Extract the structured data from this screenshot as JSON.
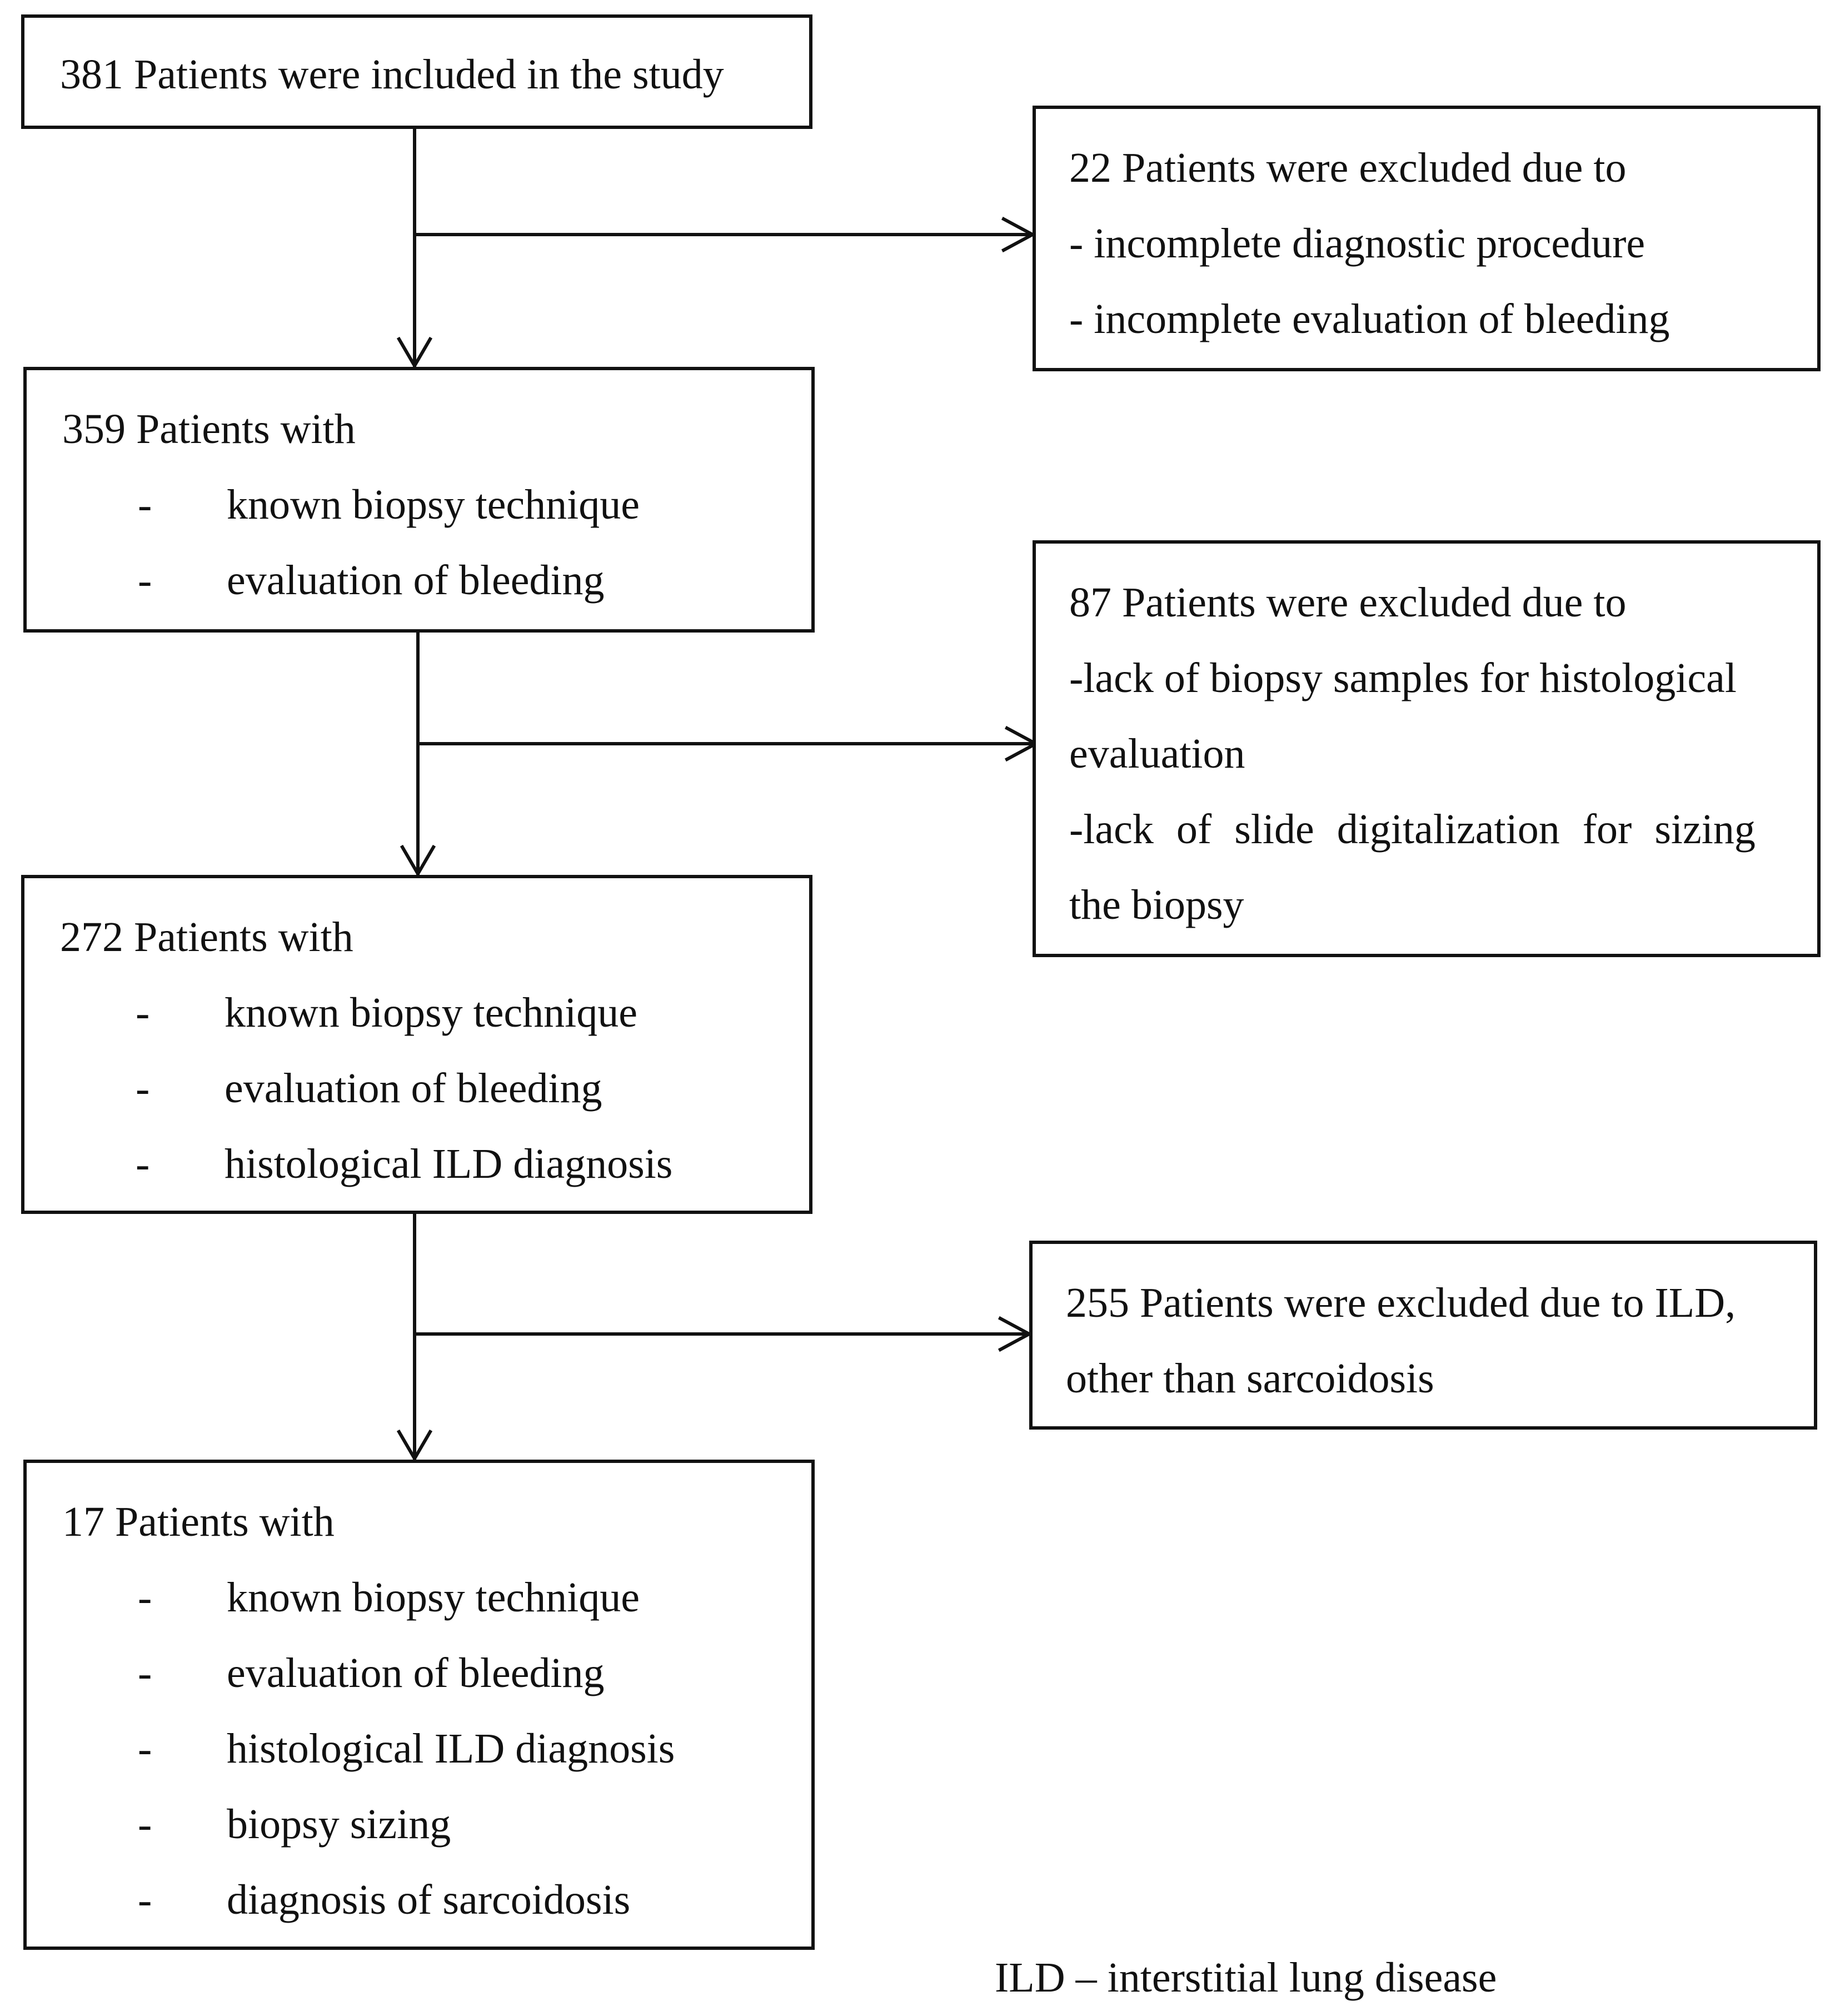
{
  "boxes": {
    "box1": {
      "title": "381 Patients were included in the study"
    },
    "exclude1": {
      "title": "22 Patients were excluded due to",
      "lines": [
        "- incomplete diagnostic procedure",
        "- incomplete evaluation of bleeding"
      ]
    },
    "box2": {
      "title": "359 Patients with",
      "bullet": "-",
      "items": [
        "known biopsy technique",
        "evaluation of bleeding"
      ]
    },
    "exclude2": {
      "title": "87 Patients were excluded due to",
      "lines": [
        "-lack of biopsy samples for histological",
        "evaluation",
        "-lack of slide digitalization for sizing",
        "the biopsy"
      ]
    },
    "box3": {
      "title": "272 Patients with",
      "bullet": "-",
      "items": [
        "known biopsy technique",
        "evaluation of bleeding",
        "histological ILD diagnosis"
      ]
    },
    "exclude3": {
      "lines": [
        "255 Patients were excluded due to ILD,",
        "other than sarcoidosis"
      ]
    },
    "box4": {
      "title": "17 Patients with",
      "bullet": "-",
      "items": [
        "known biopsy technique",
        "evaluation of bleeding",
        "histological ILD diagnosis",
        "biopsy sizing",
        "diagnosis of sarcoidosis"
      ]
    }
  },
  "footnote": "ILD – interstitial lung disease"
}
